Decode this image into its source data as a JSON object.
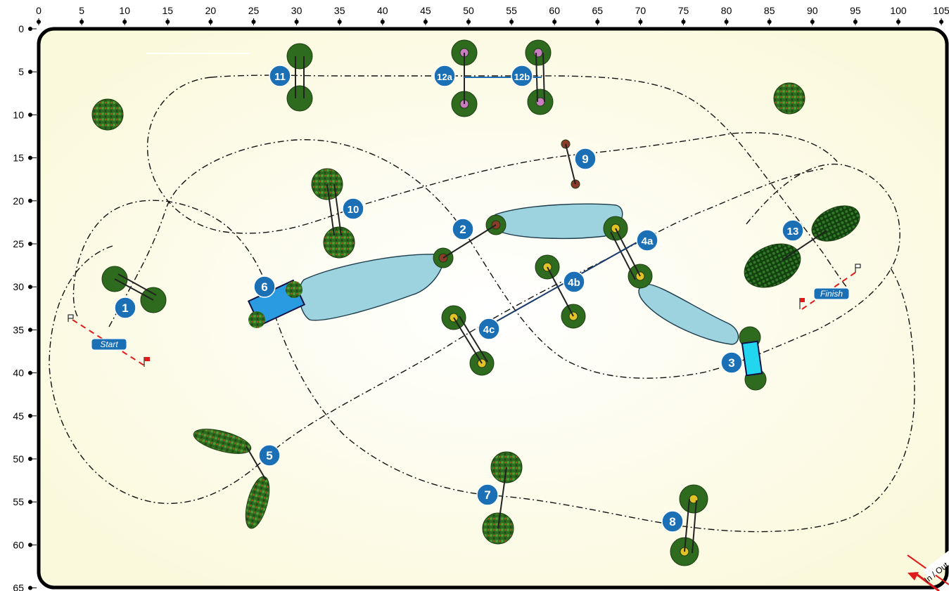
{
  "ruler": {
    "x_ticks": [
      "0",
      "5",
      "10",
      "15",
      "20",
      "25",
      "30",
      "35",
      "40",
      "45",
      "50",
      "55",
      "60",
      "65",
      "70",
      "75",
      "80",
      "85",
      "90",
      "95",
      "100",
      "105"
    ],
    "y_ticks": [
      "0",
      "5",
      "10",
      "15",
      "20",
      "25",
      "30",
      "35",
      "40",
      "45",
      "50",
      "55",
      "60",
      "65"
    ]
  },
  "course": {
    "arena_fill": "#fdfce6",
    "water_color": "#9dd3df",
    "marker_color": "#1a6fb5",
    "flag_color": "#e01b1b",
    "start_label": "Start",
    "finish_label": "Finish",
    "entrance_label": "In / Out"
  },
  "obstacles": [
    {
      "id": "1",
      "label": "1"
    },
    {
      "id": "2",
      "label": "2"
    },
    {
      "id": "3",
      "label": "3"
    },
    {
      "id": "4a",
      "label": "4a"
    },
    {
      "id": "4b",
      "label": "4b"
    },
    {
      "id": "4c",
      "label": "4c"
    },
    {
      "id": "5",
      "label": "5"
    },
    {
      "id": "6",
      "label": "6"
    },
    {
      "id": "7",
      "label": "7"
    },
    {
      "id": "8",
      "label": "8"
    },
    {
      "id": "9",
      "label": "9"
    },
    {
      "id": "10",
      "label": "10"
    },
    {
      "id": "11",
      "label": "11"
    },
    {
      "id": "12a",
      "label": "12a"
    },
    {
      "id": "12b",
      "label": "12b"
    },
    {
      "id": "13",
      "label": "13"
    }
  ]
}
